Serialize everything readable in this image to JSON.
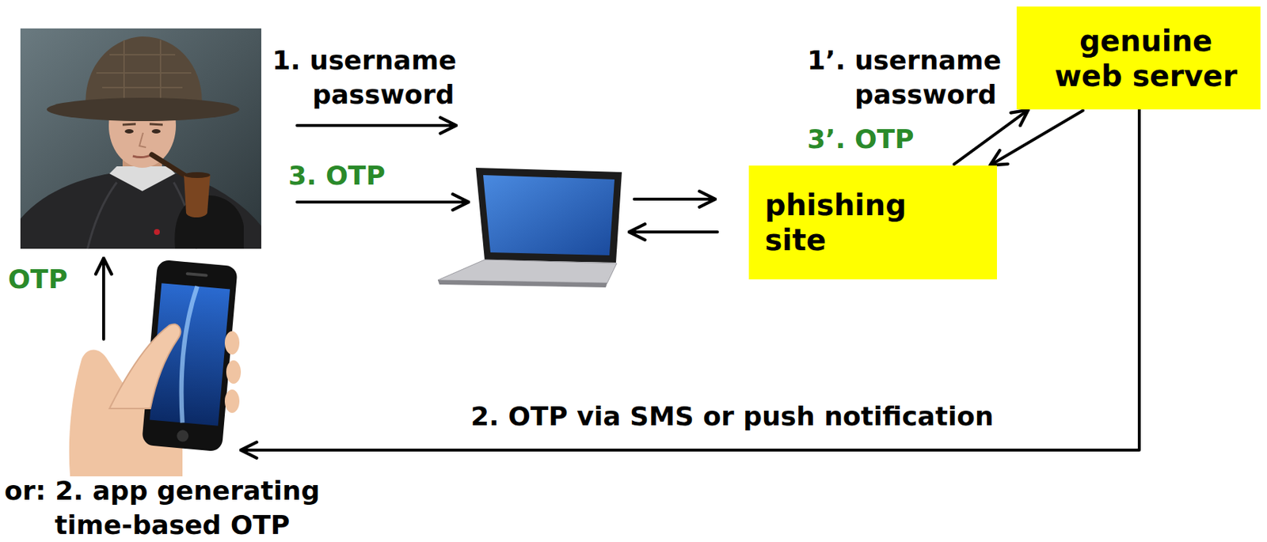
{
  "diagram": {
    "nodes": [
      {
        "text": [
          "genuine web server"
        ]
      },
      {
        "text": [
          "phishing site"
        ]
      }
    ],
    "edges": [
      {
        "from": 1,
        "to": 0,
        "arrow": "to"
      },
      {
        "from": 0,
        "to": 1,
        "arrow": "to"
      }
    ],
    "labels": [
      "1. username password",
      "3. OTP",
      "OTP",
      "1’. username password",
      "3’. OTP",
      "2. OTP via SMS or push notification",
      "or: 2. app generating time-based OTP"
    ]
  }
}
